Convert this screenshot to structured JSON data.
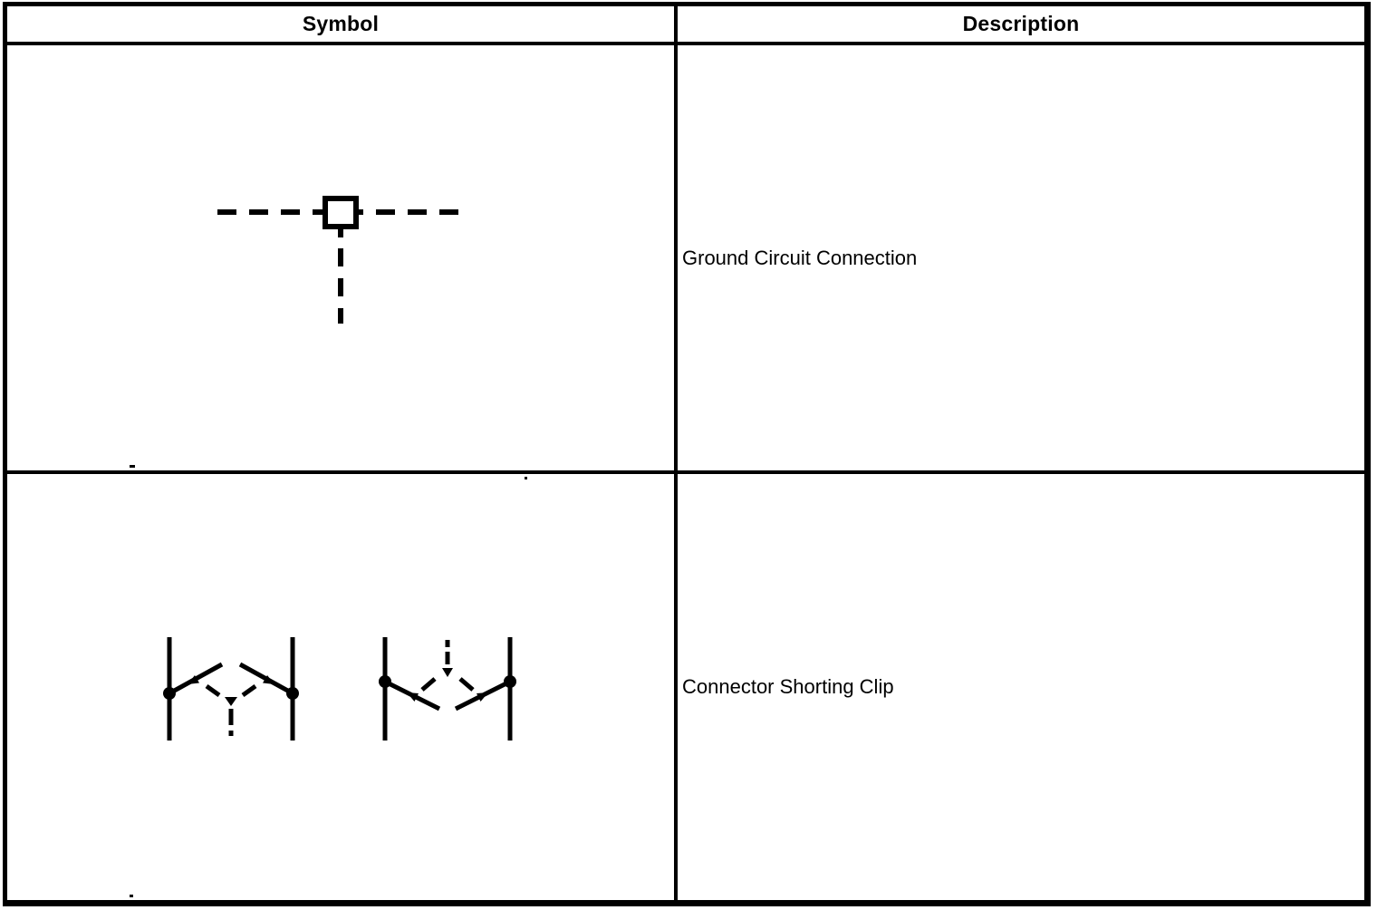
{
  "table": {
    "headers": [
      {
        "label": "Symbol"
      },
      {
        "label": "Description"
      }
    ],
    "rows": [
      {
        "description": "Ground Circuit Connection",
        "symbol_icons": [
          "ground-circuit-connection-icon"
        ]
      },
      {
        "description": "Connector Shorting Clip",
        "symbol_icons": [
          "connector-shorting-clip-stem-down-icon",
          "connector-shorting-clip-stem-up-icon"
        ]
      }
    ]
  },
  "colors": {
    "ink": "#000000",
    "paper": "#ffffff"
  }
}
